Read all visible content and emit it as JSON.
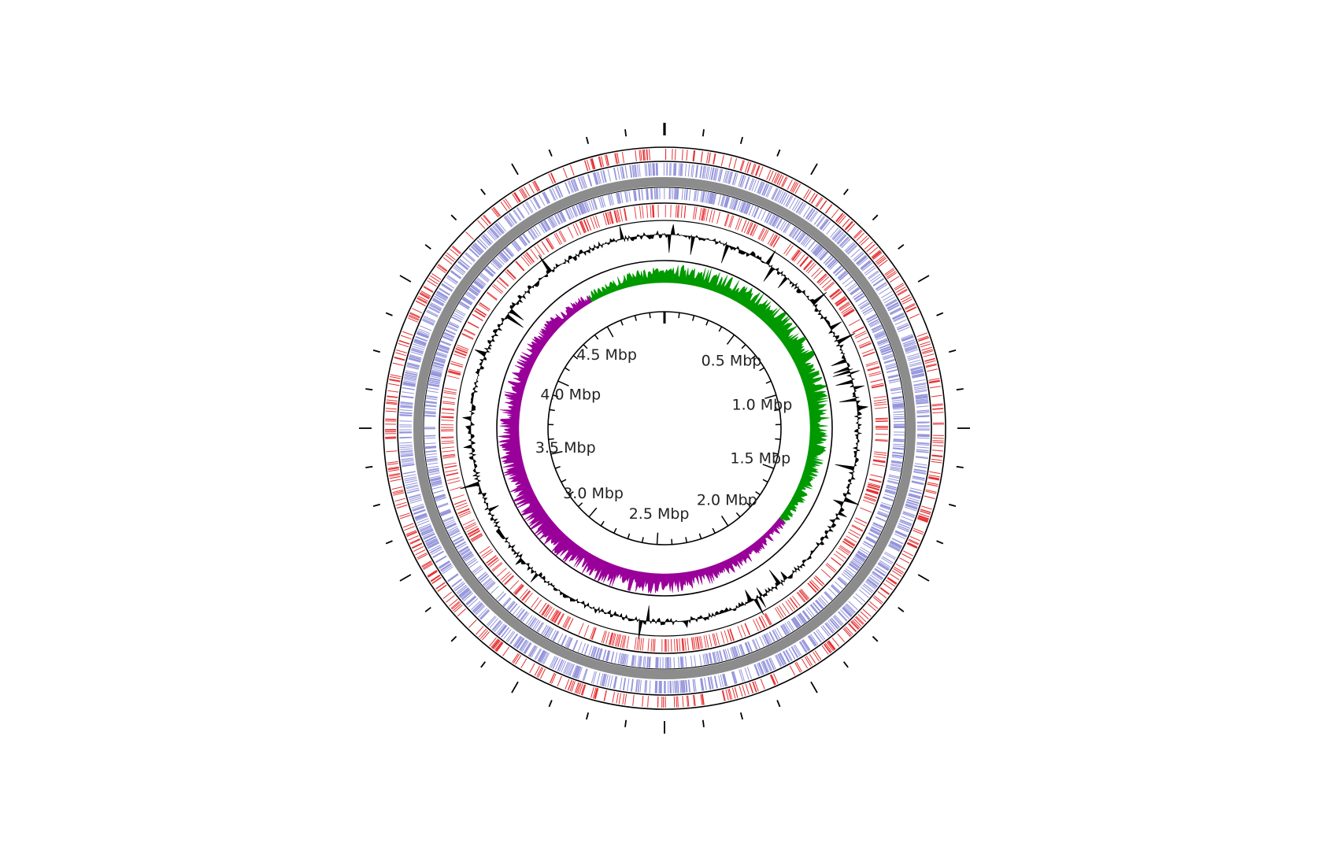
{
  "map": {
    "genome_size_mbp": 4.9,
    "scale_labels": [
      {
        "position_mbp": 0.5,
        "text": "0.5 Mbp"
      },
      {
        "position_mbp": 1.0,
        "text": "1.0 Mbp"
      },
      {
        "position_mbp": 1.5,
        "text": "1.5 Mbp"
      },
      {
        "position_mbp": 2.0,
        "text": "2.0 Mbp"
      },
      {
        "position_mbp": 2.5,
        "text": "2.5 Mbp"
      },
      {
        "position_mbp": 3.0,
        "text": "3.0 Mbp"
      },
      {
        "position_mbp": 3.5,
        "text": "3.5 Mbp"
      },
      {
        "position_mbp": 4.0,
        "text": "4.0 Mbp"
      },
      {
        "position_mbp": 4.5,
        "text": "4.5 Mbp"
      }
    ]
  },
  "colors": {
    "ring_line": "#000000",
    "ring_feature_red": "#e31a1c",
    "ring_feature_blue": "#8a8ad8",
    "ring_gray_band": "#8c8c8c",
    "gc_content": "#000000",
    "gc_skew_positive": "#009900",
    "gc_skew_negative": "#990099"
  },
  "tracks": [
    {
      "name": "forward-red-features",
      "kind": "ticks",
      "color": "red"
    },
    {
      "name": "forward-blue-features",
      "kind": "ticks",
      "color": "blue"
    },
    {
      "name": "gray-backbone",
      "kind": "band",
      "color": "gray"
    },
    {
      "name": "reverse-blue-features",
      "kind": "ticks",
      "color": "blue"
    },
    {
      "name": "reverse-red-features",
      "kind": "ticks",
      "color": "red"
    },
    {
      "name": "gc-content",
      "kind": "plot",
      "color": "black"
    },
    {
      "name": "gc-skew",
      "kind": "plot",
      "color": "green-purple"
    }
  ]
}
